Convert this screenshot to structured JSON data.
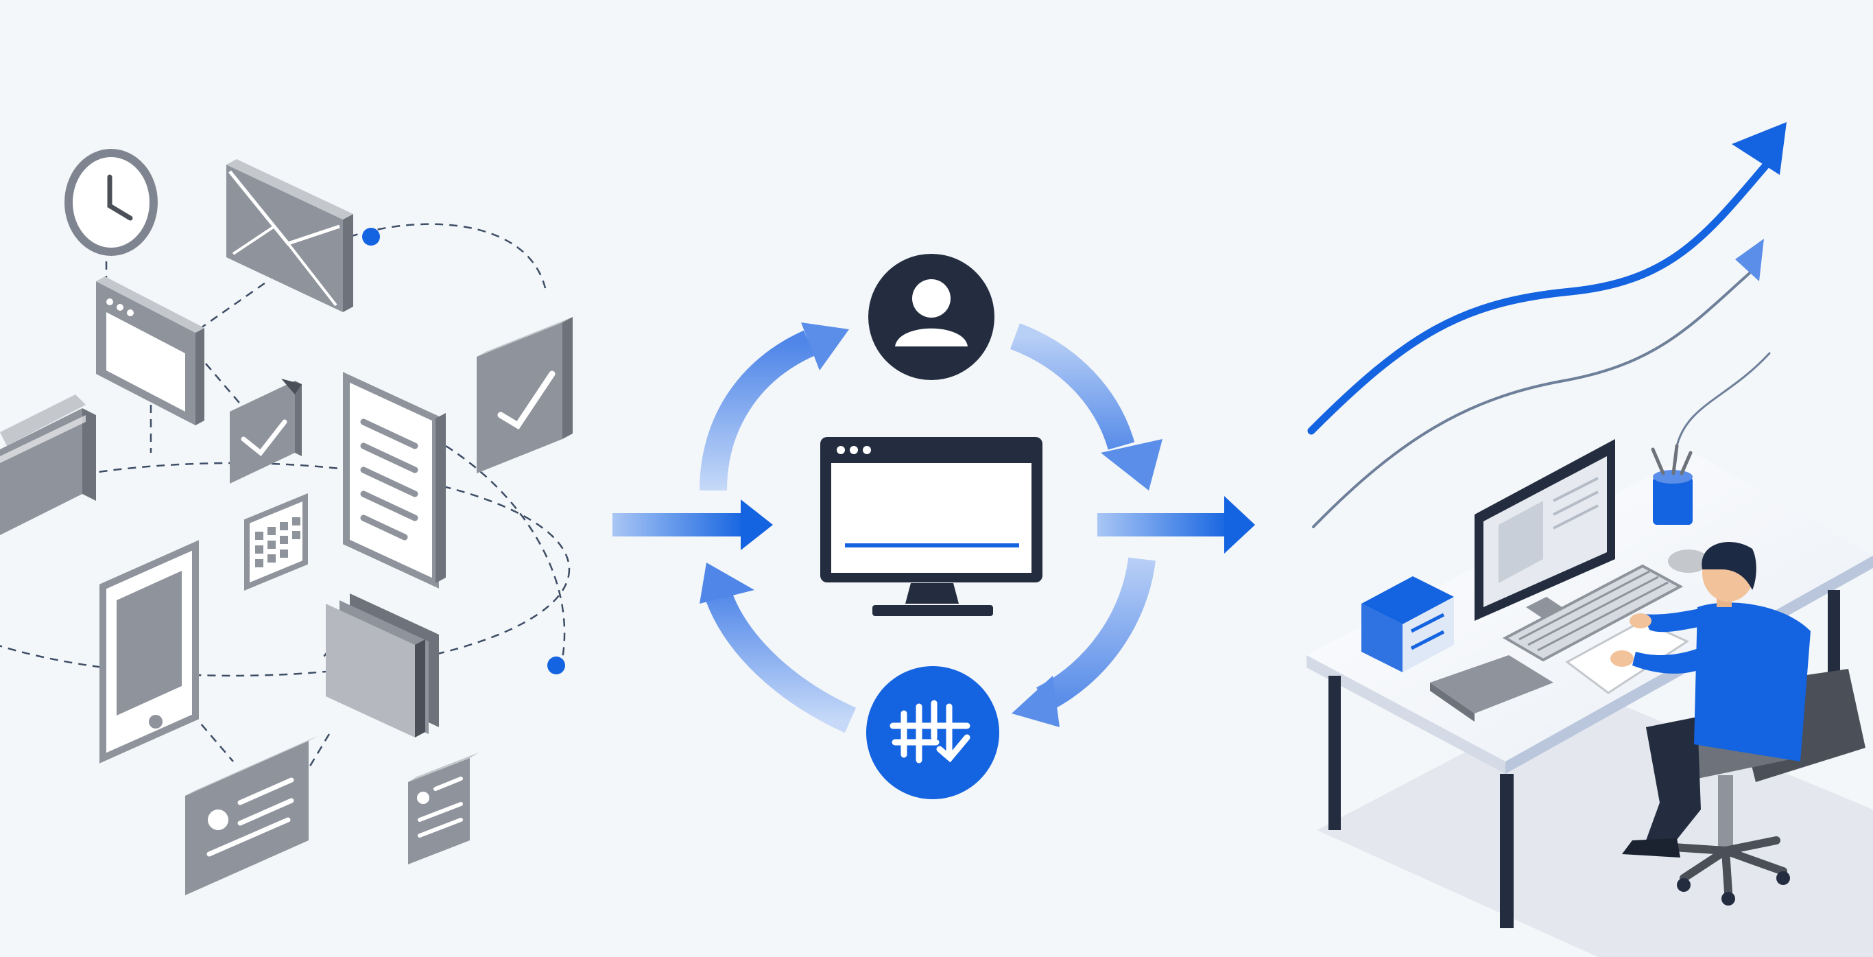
{
  "palette": {
    "background": "#f4f7f9",
    "accent_blue": "#1463e0",
    "light_blue": "#8fb4f2",
    "dark_navy": "#232d3f",
    "slate_gray": "#8e939c",
    "light_gray": "#c4c7cc",
    "muted_line": "#6d7f99"
  },
  "left_cluster": {
    "icons": [
      "clock-icon",
      "envelope-icon",
      "browser-window-icon",
      "checkbox-icon",
      "check-document-icon",
      "folder-icon",
      "document-icon",
      "calendar-icon",
      "smartphone-icon",
      "stacked-folders-icon",
      "profile-card-icon",
      "small-card-icon"
    ]
  },
  "center_cycle": {
    "nodes": [
      "user-avatar-icon",
      "desktop-monitor-icon",
      "ai-logo-icon"
    ]
  },
  "right_scene": {
    "elements": [
      "growth-arrow-primary",
      "growth-arrow-secondary",
      "growth-arrow-faint",
      "desk",
      "monitor",
      "keyboard",
      "pen-cup",
      "server-box",
      "person",
      "office-chair"
    ]
  }
}
